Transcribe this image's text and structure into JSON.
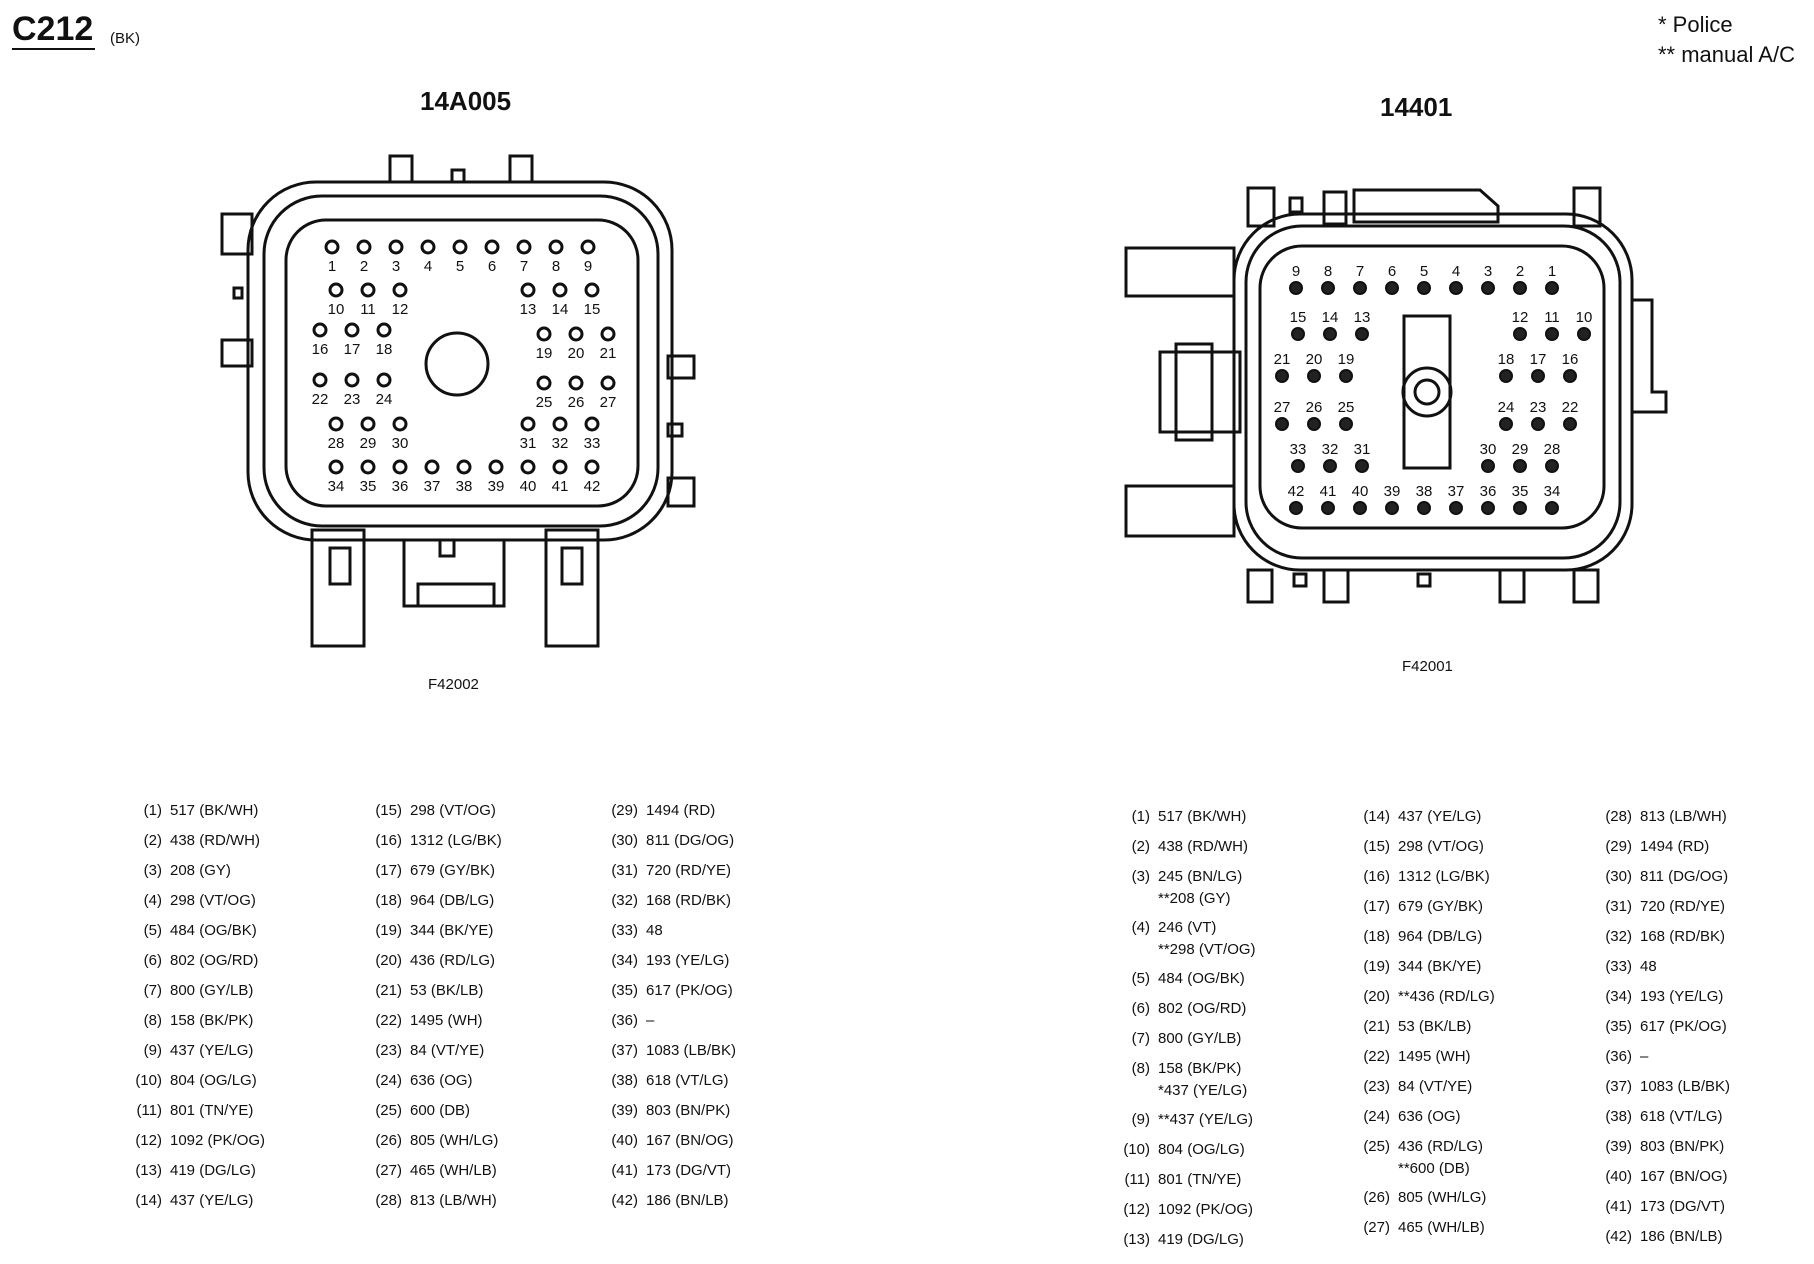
{
  "header": {
    "title": "C212",
    "color": "(BK)"
  },
  "legend": [
    "* Police",
    "** manual A/C"
  ],
  "left_connector": {
    "title": "14A005",
    "fig_code": "F42002",
    "columns": [
      [
        {
          "n": "(1)",
          "t": "517 (BK/WH)"
        },
        {
          "n": "(2)",
          "t": "438 (RD/WH)"
        },
        {
          "n": "(3)",
          "t": "208 (GY)"
        },
        {
          "n": "(4)",
          "t": "298 (VT/OG)"
        },
        {
          "n": "(5)",
          "t": "484 (OG/BK)"
        },
        {
          "n": "(6)",
          "t": "802 (OG/RD)"
        },
        {
          "n": "(7)",
          "t": "800 (GY/LB)"
        },
        {
          "n": "(8)",
          "t": "158 (BK/PK)"
        },
        {
          "n": "(9)",
          "t": "437 (YE/LG)"
        },
        {
          "n": "(10)",
          "t": "804 (OG/LG)"
        },
        {
          "n": "(11)",
          "t": "801 (TN/YE)"
        },
        {
          "n": "(12)",
          "t": "1092 (PK/OG)"
        },
        {
          "n": "(13)",
          "t": "419 (DG/LG)"
        },
        {
          "n": "(14)",
          "t": "437 (YE/LG)"
        }
      ],
      [
        {
          "n": "(15)",
          "t": "298 (VT/OG)"
        },
        {
          "n": "(16)",
          "t": "1312 (LG/BK)"
        },
        {
          "n": "(17)",
          "t": "679 (GY/BK)"
        },
        {
          "n": "(18)",
          "t": "964 (DB/LG)"
        },
        {
          "n": "(19)",
          "t": "344 (BK/YE)"
        },
        {
          "n": "(20)",
          "t": "436 (RD/LG)"
        },
        {
          "n": "(21)",
          "t": "53 (BK/LB)"
        },
        {
          "n": "(22)",
          "t": "1495 (WH)"
        },
        {
          "n": "(23)",
          "t": "84 (VT/YE)"
        },
        {
          "n": "(24)",
          "t": "636 (OG)"
        },
        {
          "n": "(25)",
          "t": "600 (DB)"
        },
        {
          "n": "(26)",
          "t": "805 (WH/LG)"
        },
        {
          "n": "(27)",
          "t": "465 (WH/LB)"
        },
        {
          "n": "(28)",
          "t": "813 (LB/WH)"
        }
      ],
      [
        {
          "n": "(29)",
          "t": "1494 (RD)"
        },
        {
          "n": "(30)",
          "t": "811 (DG/OG)"
        },
        {
          "n": "(31)",
          "t": "720 (RD/YE)"
        },
        {
          "n": "(32)",
          "t": "168 (RD/BK)"
        },
        {
          "n": "(33)",
          "t": "48"
        },
        {
          "n": "(34)",
          "t": "193 (YE/LG)"
        },
        {
          "n": "(35)",
          "t": "617 (PK/OG)"
        },
        {
          "n": "(36)",
          "t": "–"
        },
        {
          "n": "(37)",
          "t": "1083 (LB/BK)"
        },
        {
          "n": "(38)",
          "t": "618 (VT/LG)"
        },
        {
          "n": "(39)",
          "t": "803 (BN/PK)"
        },
        {
          "n": "(40)",
          "t": "167 (BN/OG)"
        },
        {
          "n": "(41)",
          "t": "173 (DG/VT)"
        },
        {
          "n": "(42)",
          "t": "186 (BN/LB)"
        }
      ]
    ]
  },
  "right_connector": {
    "title": "14401",
    "fig_code": "F42001",
    "columns": [
      [
        {
          "n": "(1)",
          "t": "517 (BK/WH)"
        },
        {
          "n": "(2)",
          "t": "438 (RD/WH)"
        },
        {
          "n": "(3)",
          "t": "245 (BN/LG)\n**208 (GY)"
        },
        {
          "n": "(4)",
          "t": "246 (VT)\n**298 (VT/OG)"
        },
        {
          "n": "(5)",
          "t": "484 (OG/BK)"
        },
        {
          "n": "(6)",
          "t": "802 (OG/RD)"
        },
        {
          "n": "(7)",
          "t": "800 (GY/LB)"
        },
        {
          "n": "(8)",
          "t": "158 (BK/PK)\n*437 (YE/LG)"
        },
        {
          "n": "(9)",
          "t": "**437 (YE/LG)"
        },
        {
          "n": "(10)",
          "t": "804 (OG/LG)"
        },
        {
          "n": "(11)",
          "t": "801 (TN/YE)"
        },
        {
          "n": "(12)",
          "t": "1092 (PK/OG)"
        },
        {
          "n": "(13)",
          "t": "419 (DG/LG)"
        }
      ],
      [
        {
          "n": "(14)",
          "t": "437 (YE/LG)"
        },
        {
          "n": "(15)",
          "t": "298 (VT/OG)"
        },
        {
          "n": "(16)",
          "t": "1312 (LG/BK)"
        },
        {
          "n": "(17)",
          "t": "679 (GY/BK)"
        },
        {
          "n": "(18)",
          "t": "964 (DB/LG)"
        },
        {
          "n": "(19)",
          "t": "344 (BK/YE)"
        },
        {
          "n": "(20)",
          "t": "**436 (RD/LG)"
        },
        {
          "n": "(21)",
          "t": "53 (BK/LB)"
        },
        {
          "n": "(22)",
          "t": "1495 (WH)"
        },
        {
          "n": "(23)",
          "t": "84 (VT/YE)"
        },
        {
          "n": "(24)",
          "t": "636 (OG)"
        },
        {
          "n": "(25)",
          "t": "436 (RD/LG)\n**600 (DB)"
        },
        {
          "n": "(26)",
          "t": "805 (WH/LG)"
        },
        {
          "n": "(27)",
          "t": "465 (WH/LB)"
        }
      ],
      [
        {
          "n": "(28)",
          "t": "813 (LB/WH)"
        },
        {
          "n": "(29)",
          "t": "1494 (RD)"
        },
        {
          "n": "(30)",
          "t": "811 (DG/OG)"
        },
        {
          "n": "(31)",
          "t": "720 (RD/YE)"
        },
        {
          "n": "(32)",
          "t": "168 (RD/BK)"
        },
        {
          "n": "(33)",
          "t": "48"
        },
        {
          "n": "(34)",
          "t": "193 (YE/LG)"
        },
        {
          "n": "(35)",
          "t": "617 (PK/OG)"
        },
        {
          "n": "(36)",
          "t": "–"
        },
        {
          "n": "(37)",
          "t": "1083 (LB/BK)"
        },
        {
          "n": "(38)",
          "t": "618 (VT/LG)"
        },
        {
          "n": "(39)",
          "t": "803 (BN/PK)"
        },
        {
          "n": "(40)",
          "t": "167 (BN/OG)"
        },
        {
          "n": "(41)",
          "t": "173 (DG/VT)"
        },
        {
          "n": "(42)",
          "t": "186 (BN/LB)"
        }
      ]
    ]
  }
}
